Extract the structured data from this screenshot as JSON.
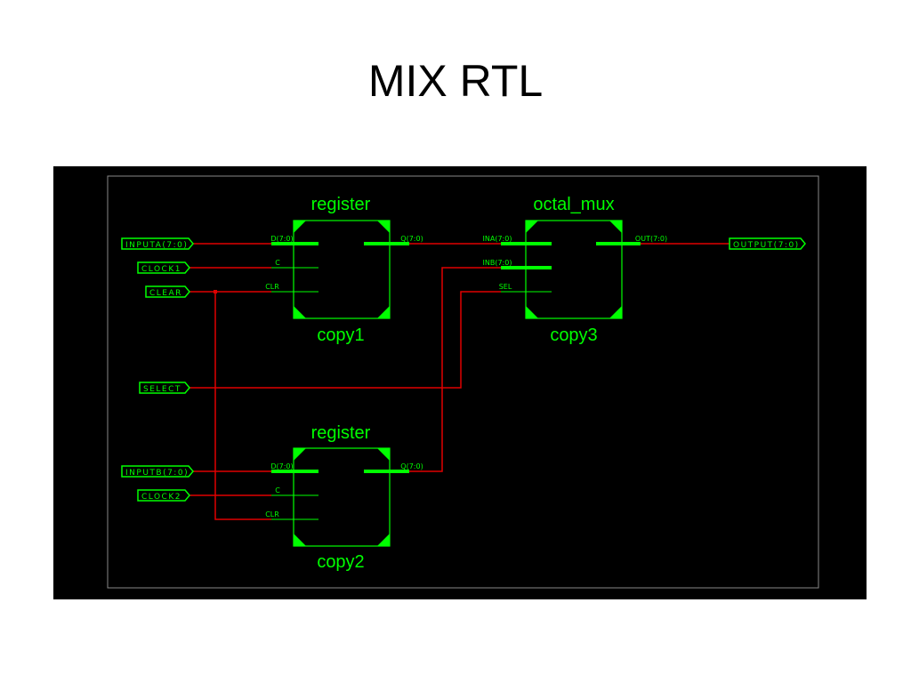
{
  "title": "MIX RTL",
  "ports": {
    "inputa": "INPUTA(7:0)",
    "clock1": "CLOCK1",
    "clear": "CLEAR",
    "select": "SELECT",
    "inputb": "INPUTB(7:0)",
    "clock2": "CLOCK2",
    "output": "OUTPUT(7:0)"
  },
  "blocks": {
    "copy1": {
      "type": "register",
      "instance": "copy1",
      "pins": {
        "d": "D(7:0)",
        "c": "C",
        "clr": "CLR",
        "q": "Q(7:0)"
      }
    },
    "copy2": {
      "type": "register",
      "instance": "copy2",
      "pins": {
        "d": "D(7:0)",
        "c": "C",
        "clr": "CLR",
        "q": "Q(7:0)"
      }
    },
    "copy3": {
      "type": "octal_mux",
      "instance": "copy3",
      "pins": {
        "ina": "INA(7:0)",
        "inb": "INB(7:0)",
        "sel": "SEL",
        "out": "OUT(7:0)"
      }
    }
  },
  "colors": {
    "background": "#000000",
    "component": "#00ff00",
    "wire": "#e00000",
    "frame": "#888888"
  }
}
